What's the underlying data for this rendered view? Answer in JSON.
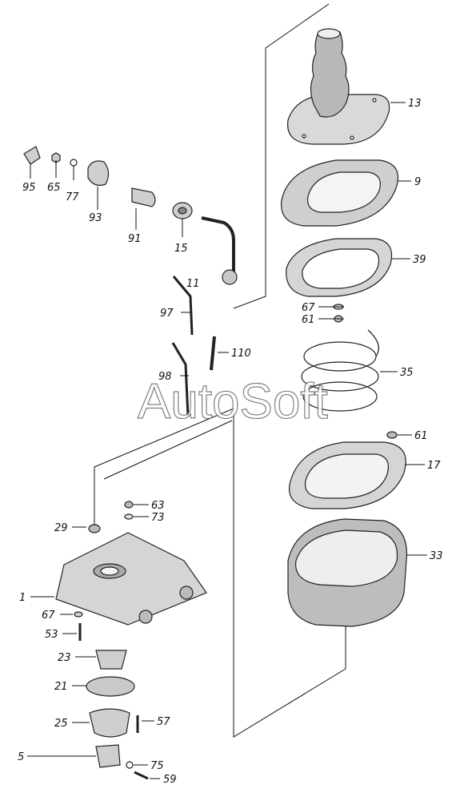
{
  "watermark": "AutoSoft",
  "callouts": [
    {
      "id": "13",
      "text": "13"
    },
    {
      "id": "9",
      "text": "9"
    },
    {
      "id": "39",
      "text": "39"
    },
    {
      "id": "67a",
      "text": "67"
    },
    {
      "id": "61a",
      "text": "61"
    },
    {
      "id": "35",
      "text": "35"
    },
    {
      "id": "61b",
      "text": "61"
    },
    {
      "id": "17",
      "text": "17"
    },
    {
      "id": "33",
      "text": "33"
    },
    {
      "id": "95",
      "text": "95"
    },
    {
      "id": "65",
      "text": "65"
    },
    {
      "id": "77",
      "text": "77"
    },
    {
      "id": "93",
      "text": "93"
    },
    {
      "id": "91",
      "text": "91"
    },
    {
      "id": "15",
      "text": "15"
    },
    {
      "id": "11",
      "text": "11"
    },
    {
      "id": "97",
      "text": "97"
    },
    {
      "id": "110",
      "text": "110"
    },
    {
      "id": "98",
      "text": "98"
    },
    {
      "id": "63",
      "text": "63"
    },
    {
      "id": "73",
      "text": "73"
    },
    {
      "id": "29",
      "text": "29"
    },
    {
      "id": "1",
      "text": "1"
    },
    {
      "id": "67b",
      "text": "67"
    },
    {
      "id": "53",
      "text": "53"
    },
    {
      "id": "23",
      "text": "23"
    },
    {
      "id": "21",
      "text": "21"
    },
    {
      "id": "25",
      "text": "25"
    },
    {
      "id": "57",
      "text": "57"
    },
    {
      "id": "5",
      "text": "5"
    },
    {
      "id": "75",
      "text": "75"
    },
    {
      "id": "59",
      "text": "59"
    }
  ]
}
